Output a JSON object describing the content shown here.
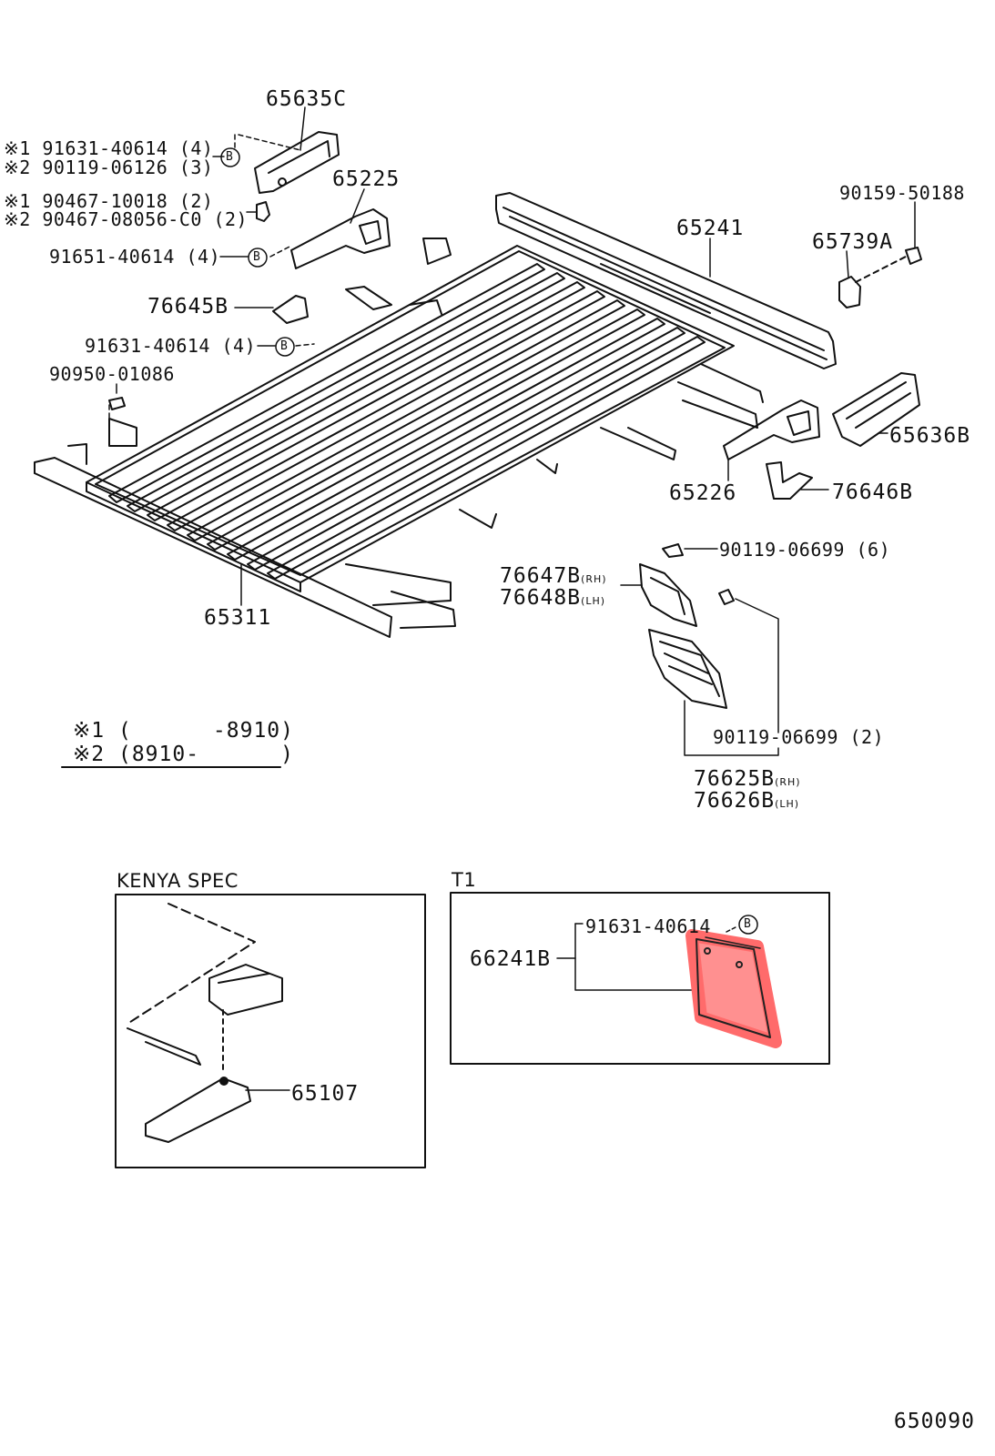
{
  "parts": {
    "p65635C": "65635C",
    "p91631_a": "※1 91631-40614 (4)",
    "p90119_a": "※2 90119-06126 (3)",
    "p90467_a": "※1 90467-10018 (2)",
    "p90467_b": "※2 90467-08056-C0 (2)",
    "p65225": "65225",
    "p91651": "91651-40614 (4)",
    "p76645B": "76645B",
    "p91631_b": "91631-40614 (4)",
    "p90950": "90950-01086",
    "p65311": "65311",
    "p65241": "65241",
    "p90159": "90159-50188",
    "p65739A": "65739A",
    "p65636B": "65636B",
    "p65226": "65226",
    "p76646B": "76646B",
    "p90119_b": "90119-06699 (6)",
    "p76647B": "76647B",
    "p76647B_side": "(RH)",
    "p76648B": "76648B",
    "p76648B_side": "(LH)",
    "p90119_c": "90119-06699 (2)",
    "p76625B": "76625B",
    "p76625B_side": "(RH)",
    "p76626B": "76626B",
    "p76626B_side": "(LH)",
    "circleB": "B"
  },
  "legend": {
    "row1_mark": "※1",
    "row1_range": "(      -8910)",
    "row2_mark": "※2",
    "row2_range": "(8910-      )"
  },
  "kenya": {
    "title": "KENYA SPEC",
    "part": "65107"
  },
  "t1": {
    "title": "T1",
    "bolt": "91631-40614",
    "part": "66241B"
  },
  "page_code": "650090",
  "colors": {
    "line": "#111111",
    "highlight": "#ff6b6b"
  }
}
